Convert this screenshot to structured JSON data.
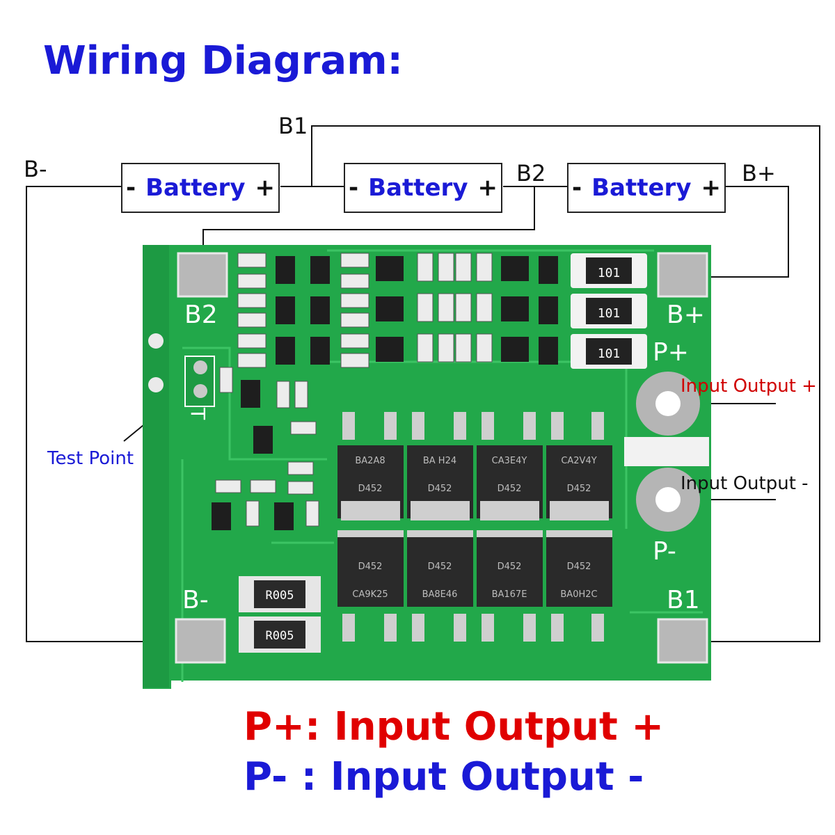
{
  "title": "Wiring Diagram:",
  "wire_labels": {
    "b1": "B1",
    "b_minus": "B-",
    "b2": "B2",
    "b_plus": "B+"
  },
  "batteries": [
    {
      "minus": "-",
      "name": "Battery",
      "plus": "+"
    },
    {
      "minus": "-",
      "name": "Battery",
      "plus": "+"
    },
    {
      "minus": "-",
      "name": "Battery",
      "plus": "+"
    }
  ],
  "pcb": {
    "labels": {
      "b2": "B2",
      "b_plus": "B+",
      "p_plus": "P+",
      "p_minus": "P-",
      "b_minus": "B-",
      "b1": "B1",
      "t": "T"
    },
    "resistor_marking": "R005",
    "fuse_marking": "101",
    "mosfet_markings_top": [
      "BA2A8",
      "BA H24",
      "CA3E4Y",
      "CA2V4Y"
    ],
    "mosfet_markings_bottom": [
      "CA9K25",
      "BA8E46",
      "BA167E",
      "BA0H2C"
    ],
    "mosfet_part": "D452"
  },
  "callouts": {
    "test_point": "Test Point",
    "io_plus": "Input Output +",
    "io_minus": "Input Output -"
  },
  "legend": {
    "plus_key": "P+:",
    "plus_text": "Input Output +",
    "minus_key": "P- :",
    "minus_text": "Input Output -"
  },
  "colors": {
    "title_blue": "#1a1ad6",
    "legend_red": "#e00000",
    "pcb_green": "#22a84a",
    "callout_red": "#d00000"
  }
}
